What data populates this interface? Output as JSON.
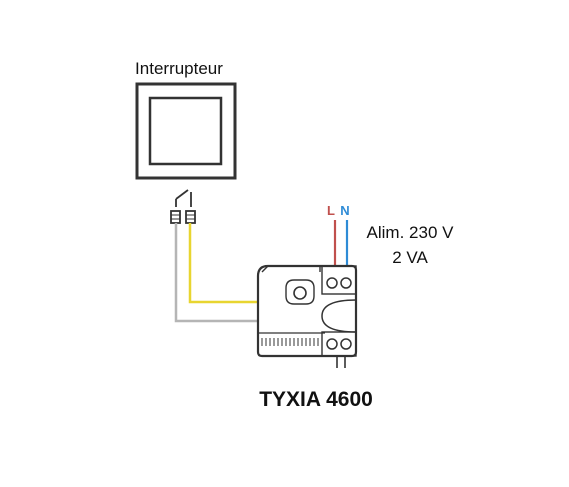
{
  "switch": {
    "label": "Interrupteur"
  },
  "terminals": {
    "line_label": "L",
    "neutral_label": "N"
  },
  "power": {
    "line1": "Alim. 230 V",
    "line2": "2 VA"
  },
  "device": {
    "name": "TYXIA 4600"
  },
  "colors": {
    "line_wire": "#c0504d",
    "neutral_wire": "#2e8bd6",
    "yellow_wire": "#e8d530",
    "grey_wire": "#b5b5b5",
    "outline": "#333333"
  }
}
